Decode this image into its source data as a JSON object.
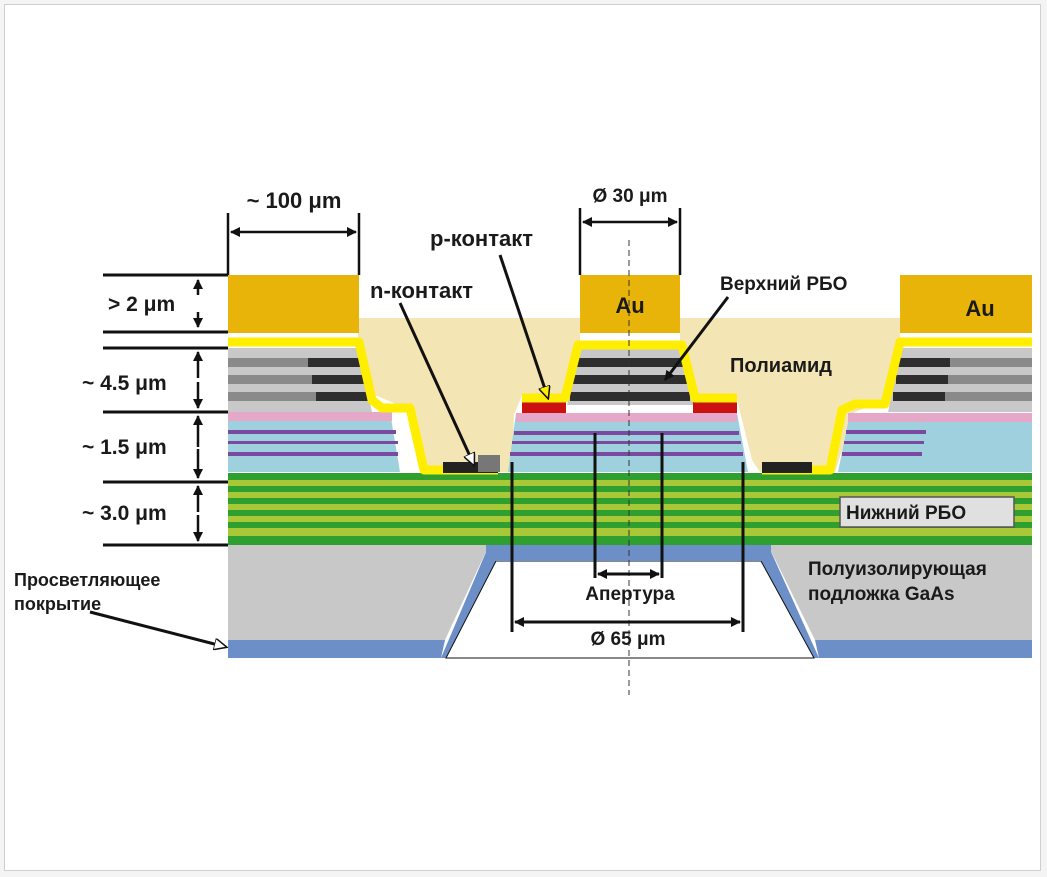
{
  "labels": {
    "width_pad": "~ 100 μm",
    "diameter_top": "Ø 30 μm",
    "p_contact": "p-контакт",
    "n_contact": "n-контакт",
    "top_dbr": "Верхний РБО",
    "au_center": "Au",
    "au_right": "Au",
    "polyimide": "Полиамид",
    "h_au": "> 2 μm",
    "h_top_dbr": "~ 4.5 μm",
    "h_active": "~ 1.5 μm",
    "h_bottom_dbr": "~ 3.0 μm",
    "bottom_dbr": "Нижний РБО",
    "substrate_line1": "Полуизолирующая",
    "substrate_line2": "подложка GaAs",
    "ar_coating_line1": "Просветляющее",
    "ar_coating_line2": "покрытие",
    "aperture": "Апертура",
    "diameter_bottom": "Ø 65 μm"
  },
  "colors": {
    "gold": "#e8b40a",
    "yellow": "#ffee00",
    "polyimide": "#f3e6b4",
    "dbr_dark": "#2e2e2e",
    "dbr_gray": "#8a8a8a",
    "dbr_light": "#c8c8c8",
    "pink": "#e6a8c8",
    "light_blue": "#9fd0de",
    "purple": "#7a4aa0",
    "p_red": "#cc1111",
    "green_dark": "#2fa02f",
    "green_light": "#a8c838",
    "blue": "#6d8fc8",
    "substrate": "#c8c8c8"
  }
}
